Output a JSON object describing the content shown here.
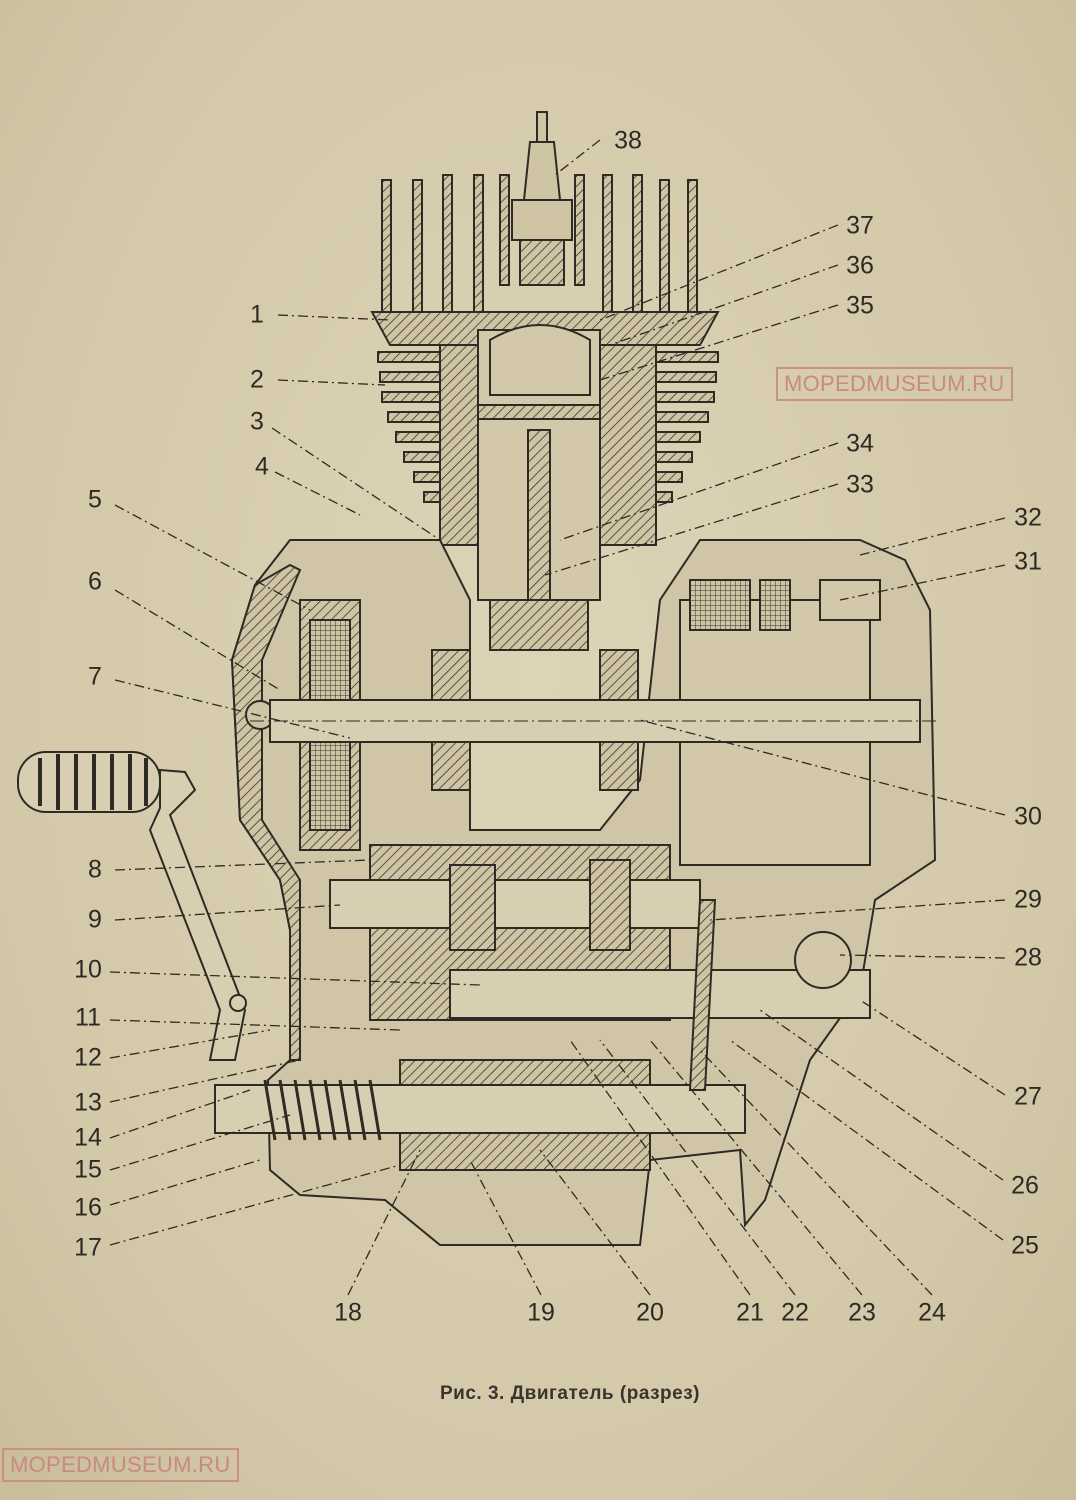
{
  "figure": {
    "caption": "Рис. 3. Двигатель (разрез)",
    "labels": {
      "1": "1",
      "2": "2",
      "3": "3",
      "4": "4",
      "5": "5",
      "6": "6",
      "7": "7",
      "8": "8",
      "9": "9",
      "10": "10",
      "11": "11",
      "12": "12",
      "13": "13",
      "14": "14",
      "15": "15",
      "16": "16",
      "17": "17",
      "18": "18",
      "19": "19",
      "20": "20",
      "21": "21",
      "22": "22",
      "23": "23",
      "24": "24",
      "25": "25",
      "26": "26",
      "27": "27",
      "28": "28",
      "29": "29",
      "30": "30",
      "31": "31",
      "32": "32",
      "33": "33",
      "34": "34",
      "35": "35",
      "36": "36",
      "37": "37",
      "38": "38"
    }
  },
  "watermarks": {
    "top": "MOPEDMUSEUM.RU",
    "bottom": "MOPEDMUSEUM.RU"
  },
  "colors": {
    "paper": "#d9cfb2",
    "ink": "#2e2a24",
    "watermark": "#c98a80"
  }
}
